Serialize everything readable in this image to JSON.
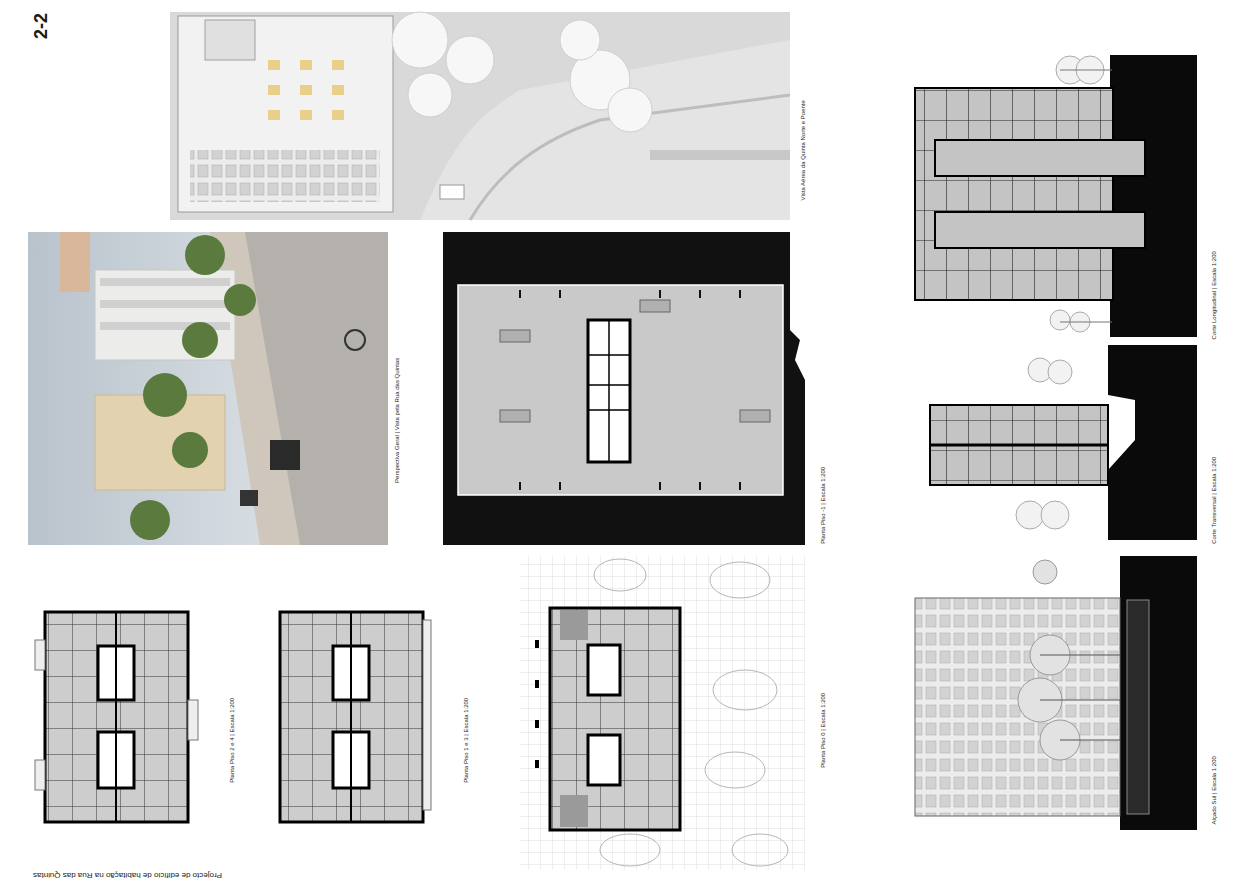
{
  "diagram": {
    "title": "Projecto de edifício de habitação na Rua das Quintas",
    "labels": [
      "2-2",
      "Vista Aérea da Quinta Norte e Poente",
      "Perspectiva Geral | Vista pela Rua das Quintas",
      "Planta Piso -1 | Escala 1:200",
      "Planta Piso 2 e 4 | Escala 1:200",
      "Planta Piso 1 e 3 | Escala 1:200",
      "Planta Piso 0 | Escala 1:200",
      "Corte Longitudinal | Escala 1:200",
      "Corte Transversal | Escala 1:200",
      "Alçado Sul | Escala 1:200"
    ]
  }
}
